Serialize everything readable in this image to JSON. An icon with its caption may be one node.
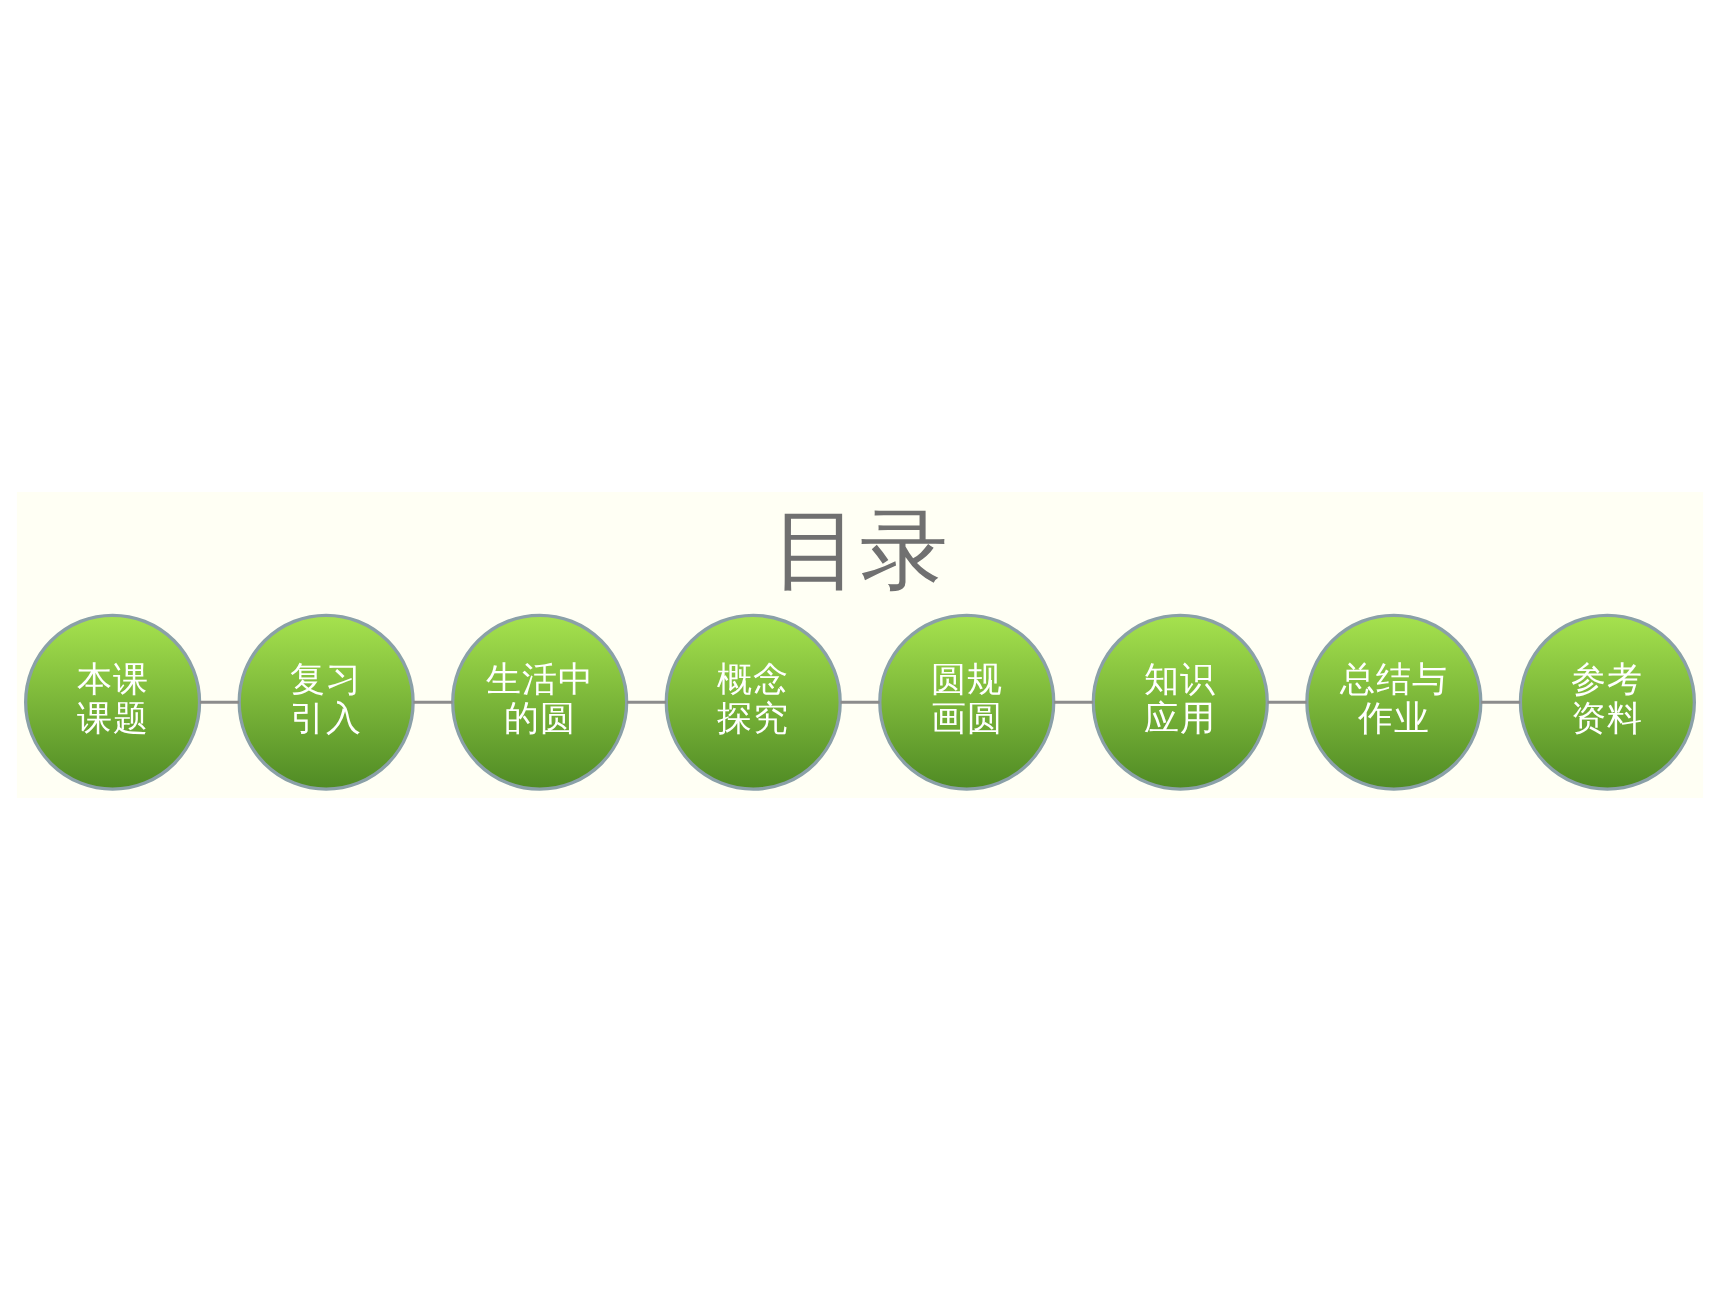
{
  "diagram": {
    "title": "目录",
    "nodes": [
      {
        "text": [
          "本课课题"
        ]
      },
      {
        "text": [
          "复习引入"
        ]
      },
      {
        "text": [
          "生活中的圆"
        ]
      },
      {
        "text": [
          "概念探究"
        ]
      },
      {
        "text": [
          "圆规画圆"
        ]
      },
      {
        "text": [
          "知识应用"
        ]
      },
      {
        "text": [
          "总结与作业"
        ]
      },
      {
        "text": [
          "参考资料"
        ]
      }
    ],
    "edges": [
      {
        "from": 0,
        "to": 1,
        "arrow": "none"
      },
      {
        "from": 1,
        "to": 2,
        "arrow": "none"
      },
      {
        "from": 2,
        "to": 3,
        "arrow": "none"
      },
      {
        "from": 3,
        "to": 4,
        "arrow": "none"
      },
      {
        "from": 4,
        "to": 5,
        "arrow": "none"
      },
      {
        "from": 5,
        "to": 6,
        "arrow": "none"
      },
      {
        "from": 6,
        "to": 7,
        "arrow": "none"
      }
    ]
  }
}
